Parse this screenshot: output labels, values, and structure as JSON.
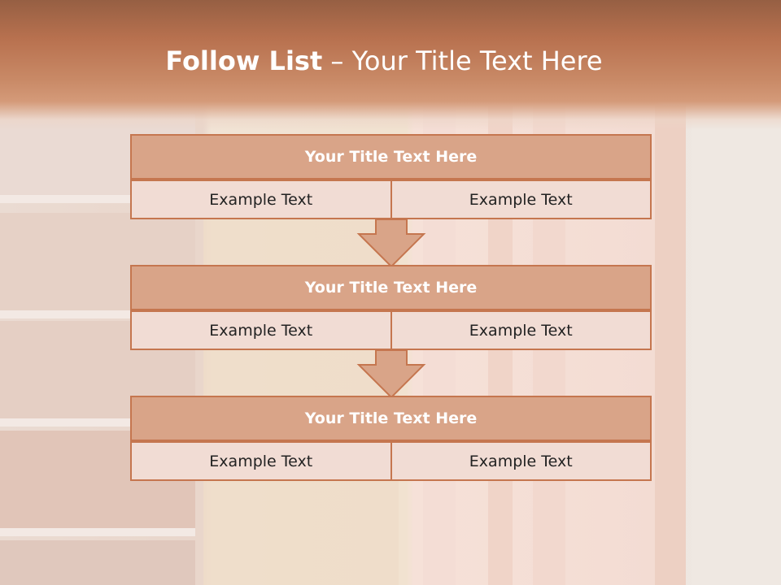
{
  "slide": {
    "title_bold": "Follow List",
    "title_rest": " – Your Title Text Here"
  },
  "blocks": [
    {
      "title": "Your Title Text Here",
      "left_text": "Example Text",
      "right_text": "Example Text"
    },
    {
      "title": "Your Title Text Here",
      "left_text": "Example Text",
      "right_text": "Example Text"
    },
    {
      "title": "Your Title Text Here",
      "left_text": "Example Text",
      "right_text": "Example Text"
    }
  ],
  "colors": {
    "header": "#c17a56",
    "block_title_fill": "#d9a488",
    "block_border": "#c5764f",
    "cell_fill": "#f1dcd4"
  },
  "icons": [
    "down-arrow-icon",
    "down-arrow-icon"
  ]
}
